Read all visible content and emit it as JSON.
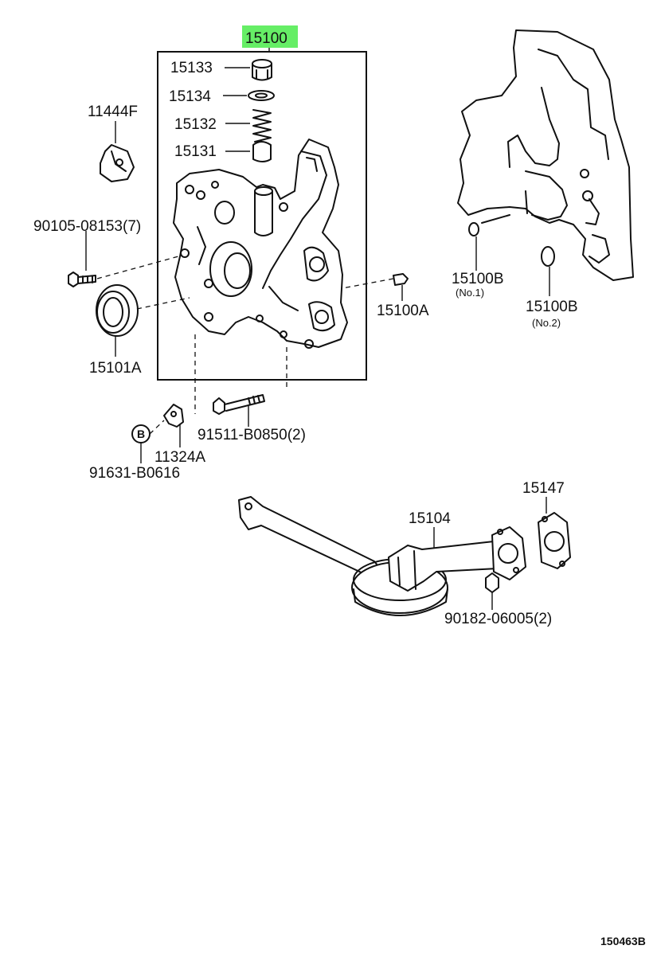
{
  "highlight_color": "#66ee66",
  "labels": {
    "l15100": "15100",
    "l15133": "15133",
    "l15134": "15134",
    "l15132": "15132",
    "l15131": "15131",
    "l11444F": "11444F",
    "l90105": "90105-08153(7)",
    "l15101A": "15101A",
    "l15100A": "15100A",
    "l15100B1": "15100B",
    "l15100B1_sub": "(No.1)",
    "l15100B2": "15100B",
    "l15100B2_sub": "(No.2)",
    "l91511": "91511-B0850(2)",
    "l11324A": "11324A",
    "l91631": "91631-B0616",
    "ref_B": "B",
    "l15104": "15104",
    "l15147": "15147",
    "l90182": "90182-06005(2)",
    "diagram_id": "150463B"
  }
}
